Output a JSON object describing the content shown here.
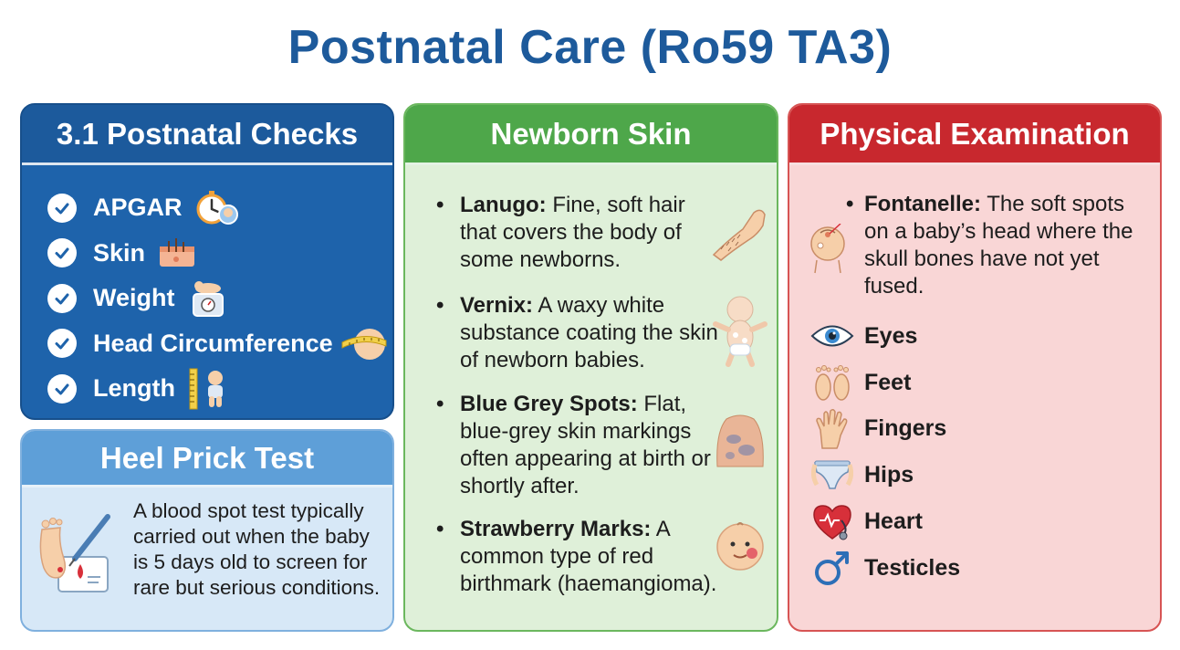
{
  "title": "Postnatal Care (Ro59 TA3)",
  "checks": {
    "heading": "3.1 Postnatal Checks",
    "items": [
      {
        "label": "APGAR",
        "icon": "stopwatch-baby-icon"
      },
      {
        "label": "Skin",
        "icon": "skin-layer-icon"
      },
      {
        "label": "Weight",
        "icon": "baby-scale-icon"
      },
      {
        "label": "Head Circumference",
        "icon": "head-tape-measure-icon"
      },
      {
        "label": "Length",
        "icon": "ruler-baby-icon"
      }
    ]
  },
  "heel": {
    "heading": "Heel Prick Test",
    "text": "A blood spot test typically carried out when the baby is 5 days old to screen for rare but serious conditions."
  },
  "skin": {
    "heading": "Newborn Skin",
    "items": [
      {
        "term": "Lanugo:",
        "desc": "Fine, soft hair that covers the body of some newborns."
      },
      {
        "term": "Vernix:",
        "desc": "A waxy white substance coating the skin of newborn babies."
      },
      {
        "term": "Blue Grey Spots:",
        "desc": "Flat, blue-grey skin markings often appearing at birth or shortly after."
      },
      {
        "term": "Strawberry Marks:",
        "desc": "A common type of red birthmark (haemangioma)."
      }
    ]
  },
  "exam": {
    "heading": "Physical Examination",
    "fontanelle_term": "Fontanelle:",
    "fontanelle_desc": "The soft spots on a baby’s head where the skull bones have not yet fused.",
    "items": [
      {
        "label": "Eyes",
        "icon": "eye-icon"
      },
      {
        "label": "Feet",
        "icon": "feet-icon"
      },
      {
        "label": "Fingers",
        "icon": "hand-icon"
      },
      {
        "label": "Hips",
        "icon": "nappy-icon"
      },
      {
        "label": "Heart",
        "icon": "heart-stethoscope-icon"
      },
      {
        "label": "Testicles",
        "icon": "male-symbol-icon"
      }
    ]
  },
  "colors": {
    "title": "#1d5a9b",
    "checks_panel": "#1e63ab",
    "heel_panel": "#d7e8f7",
    "skin_panel": "#dff0d9",
    "exam_panel": "#f9d6d6"
  }
}
